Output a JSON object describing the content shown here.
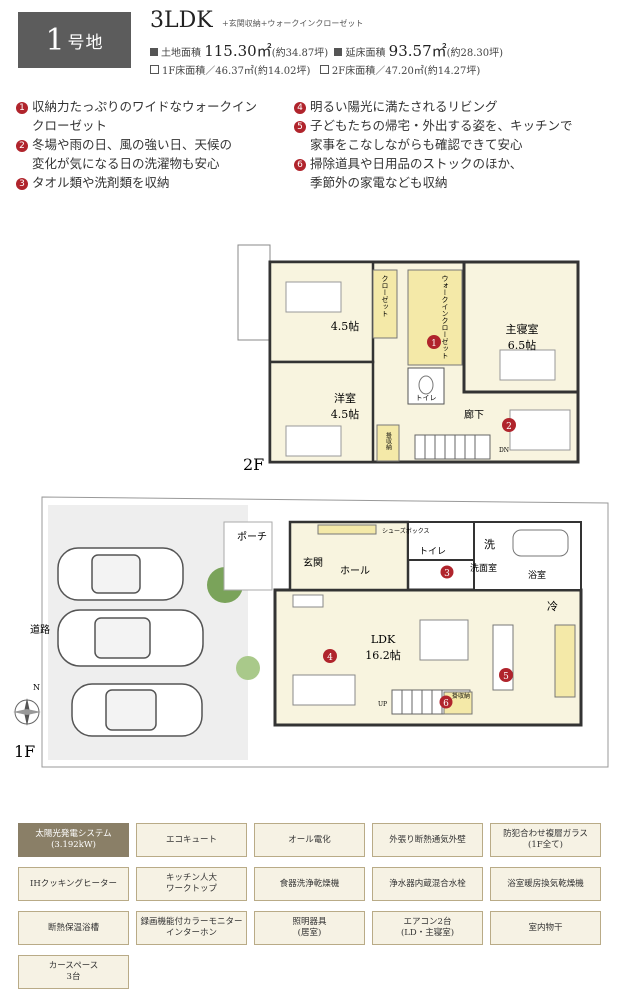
{
  "header": {
    "lot_number": "1",
    "lot_suffix": "号地",
    "plan_type": "3LDK",
    "plan_extras": "+玄関収納+ウォークインクローゼット",
    "land_area_label": "土地面積",
    "land_area_value": "115.30㎡",
    "land_area_tsubo": "(約34.87坪)",
    "floor_area_label": "延床面積",
    "floor_area_value": "93.57㎡",
    "floor_area_tsubo": "(約28.30坪)",
    "first_floor": "1F床面積／46.37㎡(約14.02坪)",
    "second_floor": "2F床面積／47.20㎡(約14.27坪)"
  },
  "features": [
    {
      "num": "1",
      "line1": "収納力たっぷりのワイドなウォークイン",
      "line2": "クローゼット"
    },
    {
      "num": "2",
      "line1": "冬場や雨の日、風の強い日、天候の",
      "line2": "変化が気になる日の洗濯物も安心"
    },
    {
      "num": "3",
      "line1": "タオル類や洗剤類を収納",
      "line2": ""
    },
    {
      "num": "4",
      "line1": "明るい陽光に満たされるリビング",
      "line2": ""
    },
    {
      "num": "5",
      "line1": "子どもたちの帰宅・外出する姿を、キッチンで",
      "line2": "家事をこなしながらも確認できて安心"
    },
    {
      "num": "6",
      "line1": "掃除道具や日用品のストックのほか、",
      "line2": "季節外の家電なども収納"
    }
  ],
  "floor2": {
    "label": "2F",
    "room_a": "4.5帖",
    "room_b_name": "洋室",
    "room_b_size": "4.5帖",
    "master_name": "主寝室",
    "master_size": "6.5帖",
    "closet": "クローゼット",
    "walkin": "ウォークインクローゼット",
    "toilet": "トイレ",
    "hall": "廊下",
    "storage": "掛収納",
    "dn": "DN",
    "markers": [
      "1",
      "2"
    ]
  },
  "floor1": {
    "label": "1F",
    "road": "道路",
    "north": "N",
    "porch": "ポーチ",
    "entrance": "玄関",
    "hall": "ホール",
    "toilet": "トイレ",
    "wash": "洗",
    "washroom": "洗面室",
    "bath": "浴室",
    "fridge": "冷",
    "ldk_name": "LDK",
    "ldk_size": "16.2帖",
    "shoes": "シューズボックス",
    "storage": "掛収納",
    "up": "UP",
    "markers": [
      "3",
      "4",
      "5",
      "6"
    ]
  },
  "equipment": [
    {
      "label": "太陽光発電システム\n(3.192kW)",
      "highlight": true
    },
    {
      "label": "エコキュート",
      "highlight": false
    },
    {
      "label": "オール電化",
      "highlight": false
    },
    {
      "label": "外張り断熱通気外壁",
      "highlight": false
    },
    {
      "label": "防犯合わせ複層ガラス\n(1F全て)",
      "highlight": false
    },
    {
      "label": "IHクッキングヒーター",
      "highlight": false
    },
    {
      "label": "キッチン人大\nワークトップ",
      "highlight": false
    },
    {
      "label": "食器洗浄乾燥機",
      "highlight": false
    },
    {
      "label": "浄水器内蔵混合水栓",
      "highlight": false
    },
    {
      "label": "浴室暖房換気乾燥機",
      "highlight": false
    },
    {
      "label": "断熱保温浴槽",
      "highlight": false
    },
    {
      "label": "録画機能付カラーモニター\nインターホン",
      "highlight": false
    },
    {
      "label": "照明器具\n(居室)",
      "highlight": false
    },
    {
      "label": "エアコン2台\n(LD・主寝室)",
      "highlight": false
    },
    {
      "label": "室内物干",
      "highlight": false
    },
    {
      "label": "カースペース\n3台",
      "highlight": false
    }
  ],
  "colors": {
    "accent_red": "#b0242c",
    "chip_bg": "#f6f2e4",
    "chip_dark": "#8a7f67",
    "floor": "#f8f4df"
  }
}
